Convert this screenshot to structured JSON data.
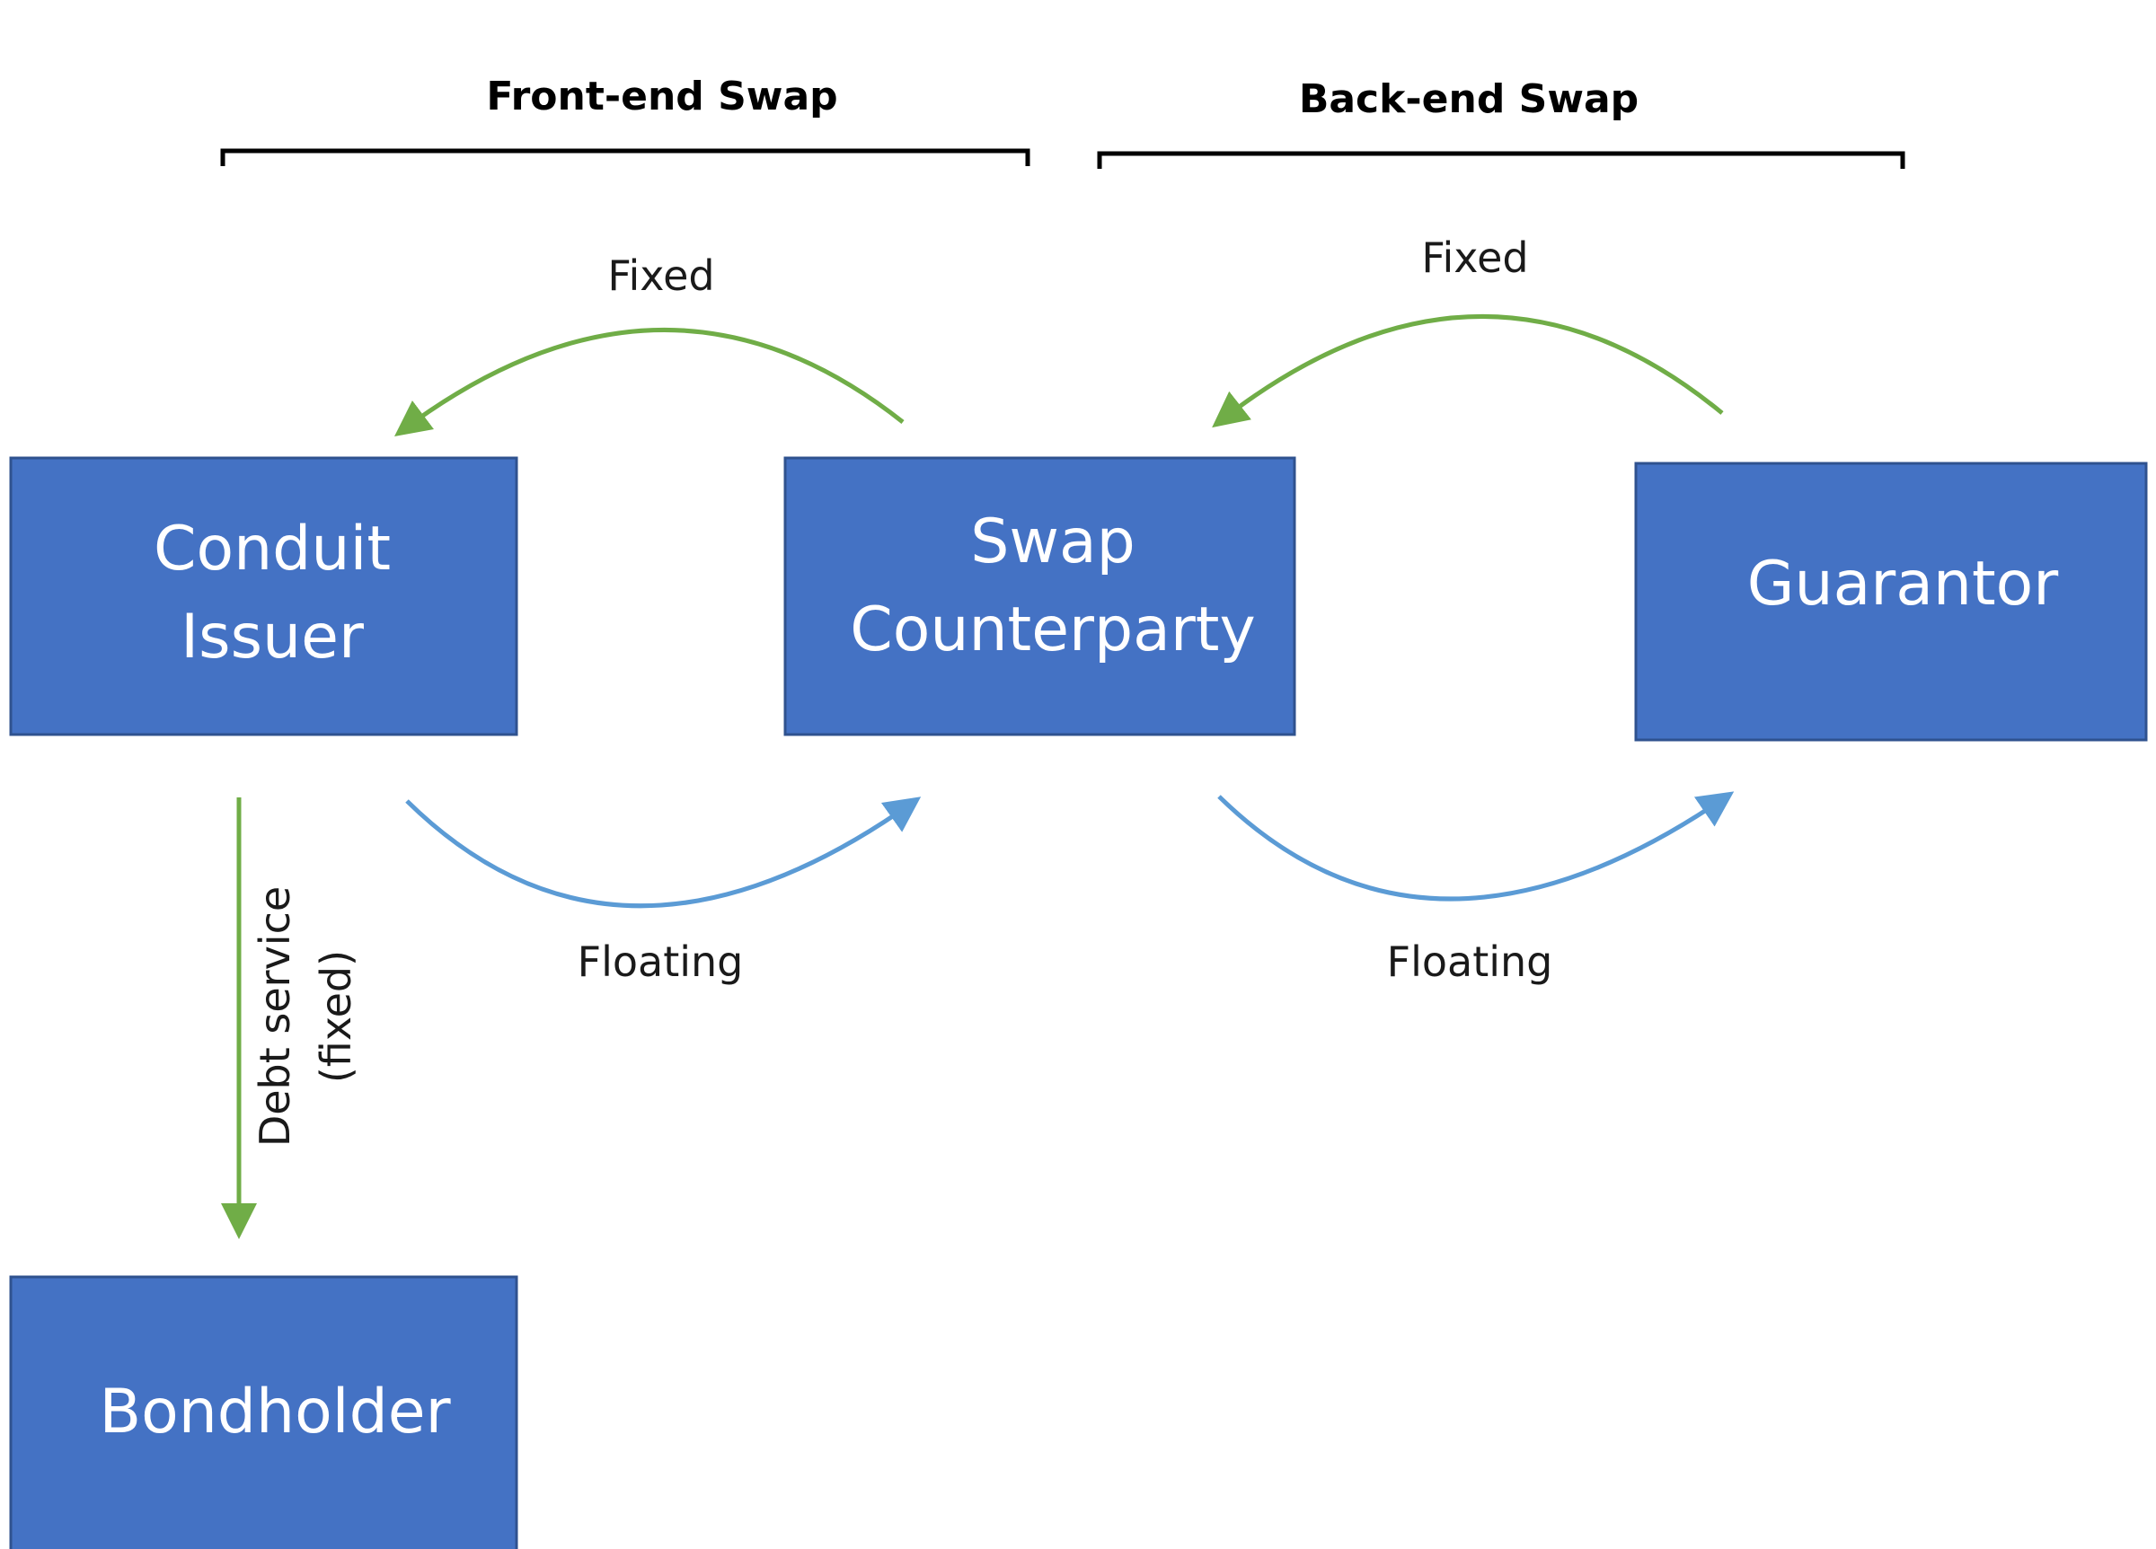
{
  "colors": {
    "box_fill": "#4472C4",
    "box_stroke": "#2F528F",
    "box_text": "#FFFFFF",
    "fixed_arrow": "#70AD47",
    "floating_arrow": "#5B9BD5",
    "bracket": "#000000"
  },
  "sections": {
    "front_end": "Front-end Swap",
    "back_end": "Back-end Swap"
  },
  "nodes": {
    "conduit_issuer": {
      "line1": "Conduit",
      "line2": "Issuer"
    },
    "swap_counterparty": {
      "line1": "Swap",
      "line2": "Counterparty"
    },
    "guarantor": {
      "label": "Guarantor"
    },
    "bondholder": {
      "label": "Bondholder"
    }
  },
  "flows": {
    "front_fixed": "Fixed",
    "back_fixed": "Fixed",
    "front_floating": "Floating",
    "back_floating": "Floating",
    "debt_service_line1": "Debt service",
    "debt_service_line2": "(fixed)"
  }
}
